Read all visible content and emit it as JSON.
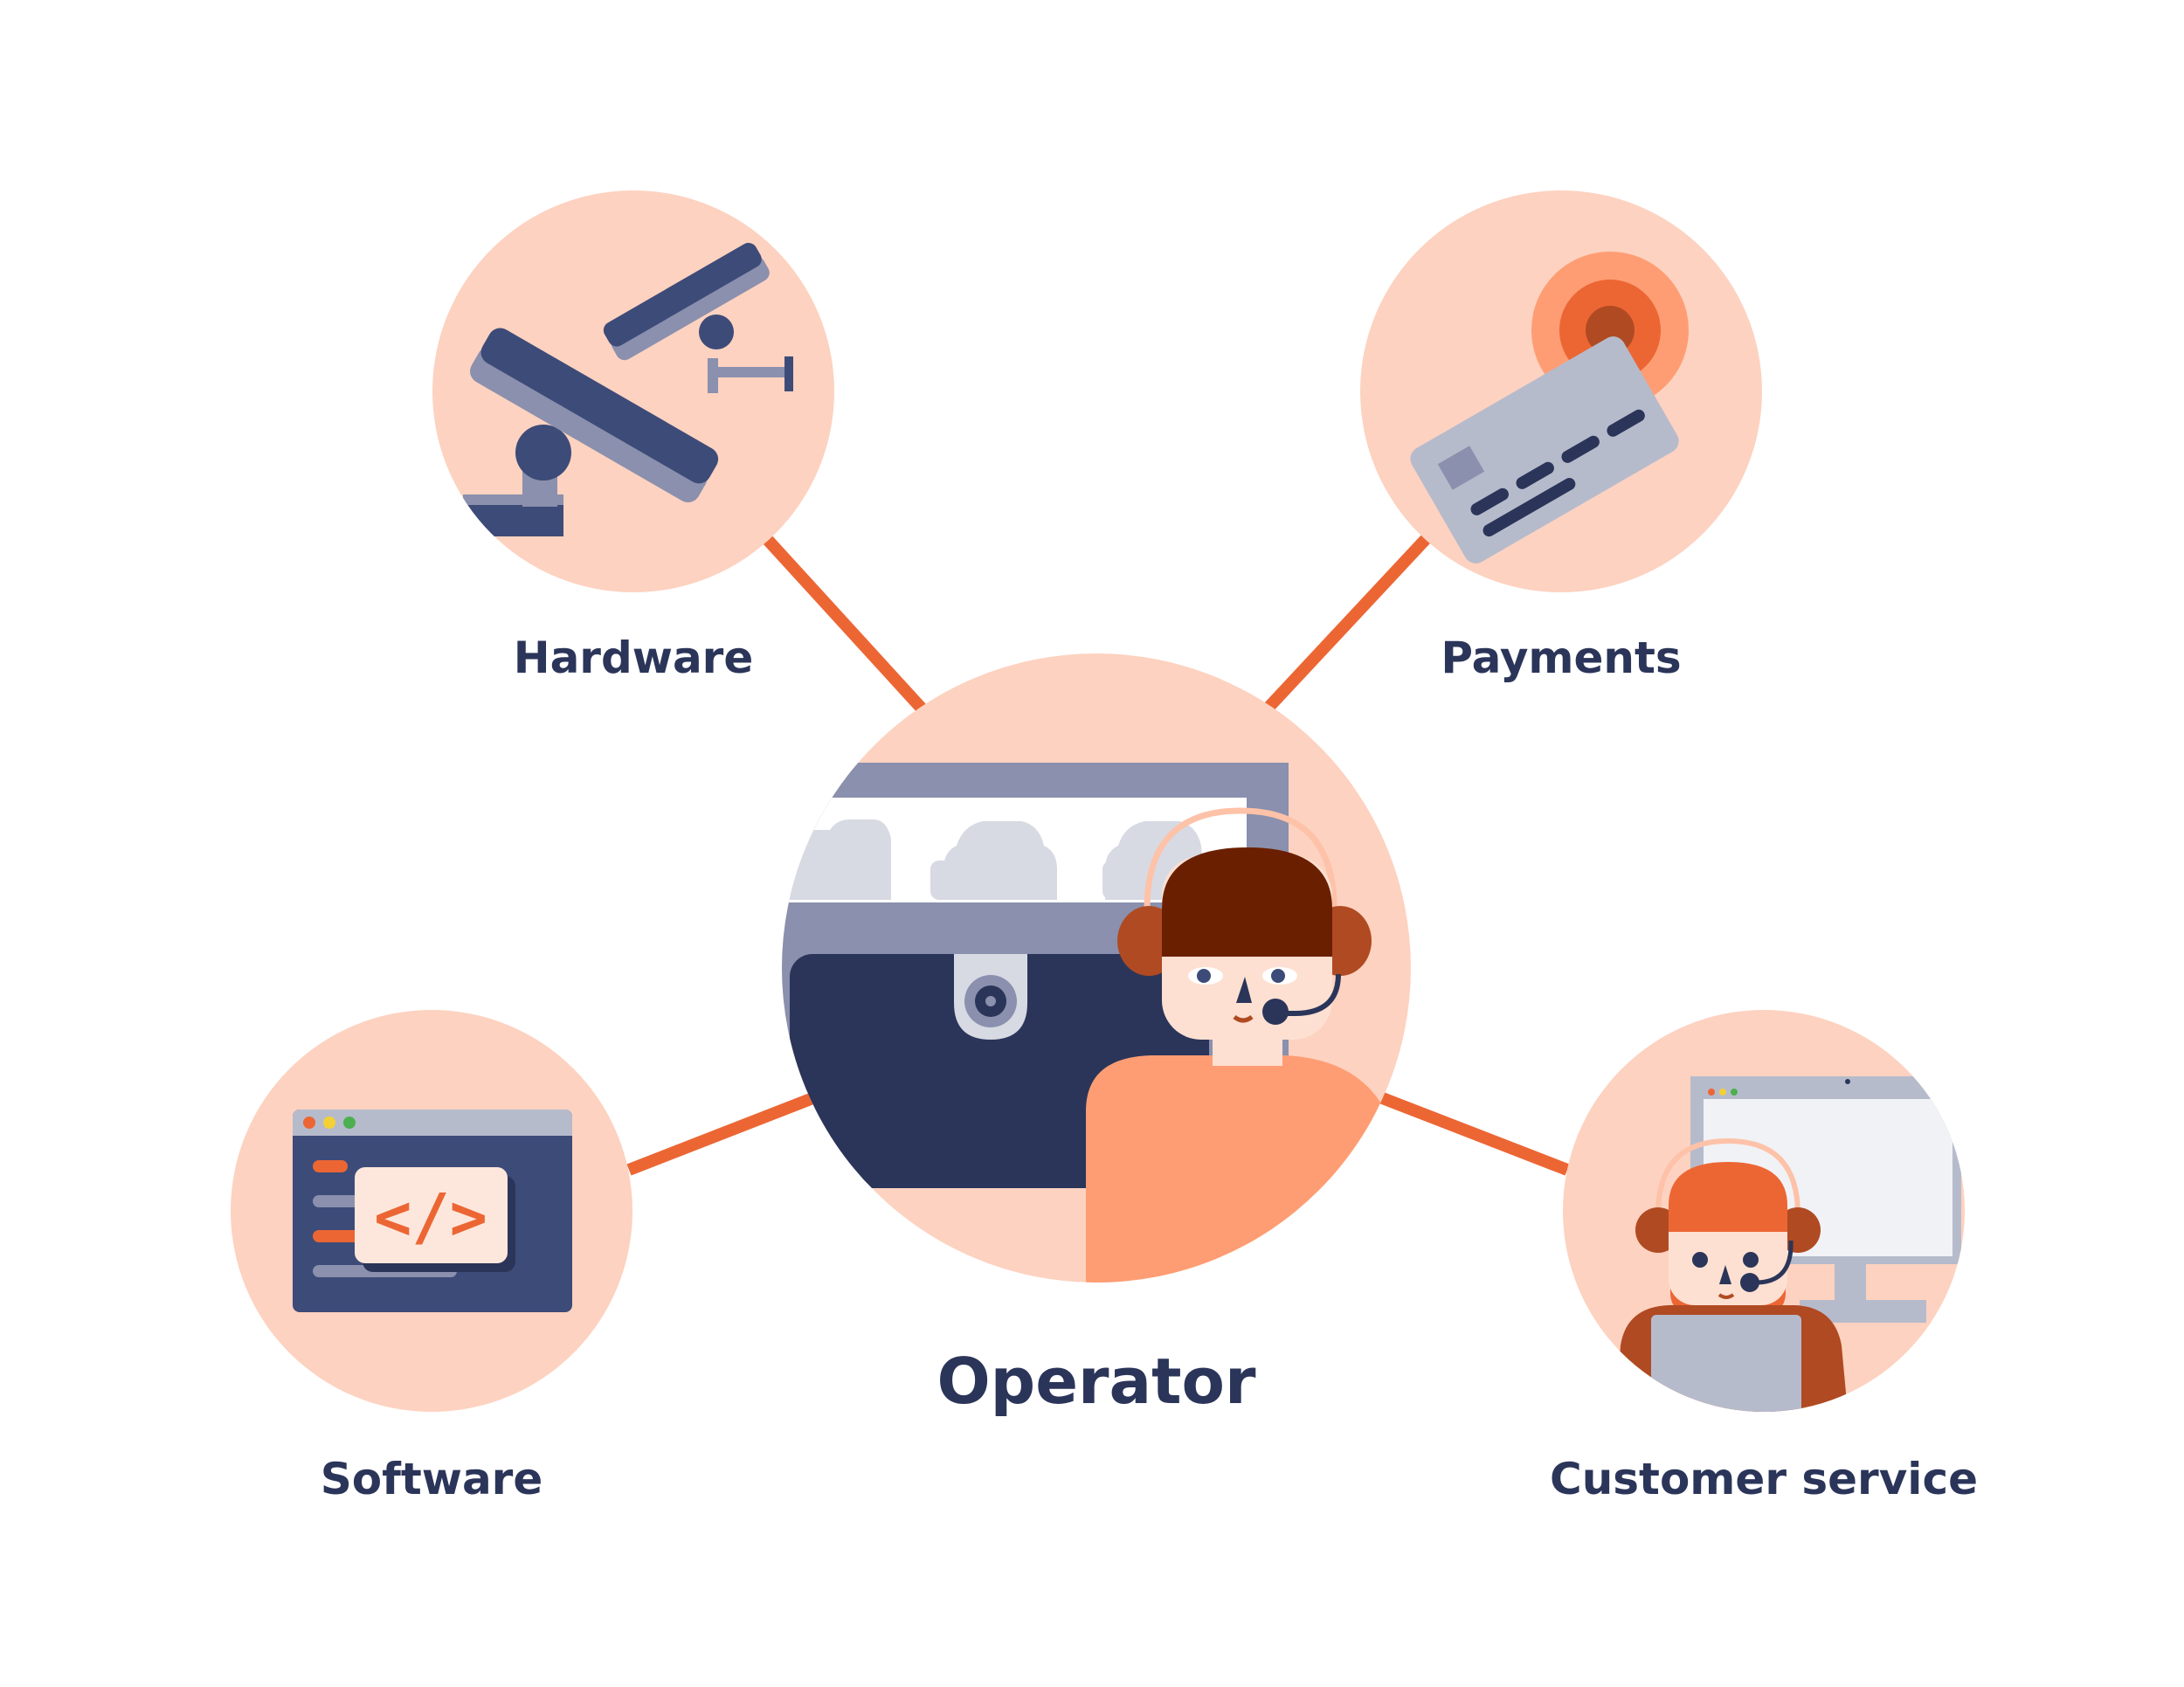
{
  "colors": {
    "background": "#ffffff",
    "circle_fill": "#fdd2c0",
    "connector": "#ec6634",
    "navy": "#2b3559",
    "slate": "#3d4b78",
    "gray_blue": "#8a90ad",
    "light_gray": "#b6bbcc",
    "pale_gray": "#d7dae3",
    "peach": "#fe9d73",
    "orange": "#ec6634",
    "rust": "#b04a22",
    "dark_hair": "#6a2000",
    "skin": "#fde0d2"
  },
  "center": {
    "label": "Operator",
    "icon": "operator-at-desk-icon"
  },
  "nodes": [
    {
      "id": "hardware",
      "label": "Hardware",
      "icon": "security-camera-icon"
    },
    {
      "id": "payments",
      "label": "Payments",
      "icon": "contactless-card-icon"
    },
    {
      "id": "software",
      "label": "Software",
      "icon": "code-window-icon"
    },
    {
      "id": "customer-service",
      "label": "Customer service",
      "icon": "support-agent-icon"
    }
  ],
  "software_icon": {
    "code_text": "</>"
  }
}
